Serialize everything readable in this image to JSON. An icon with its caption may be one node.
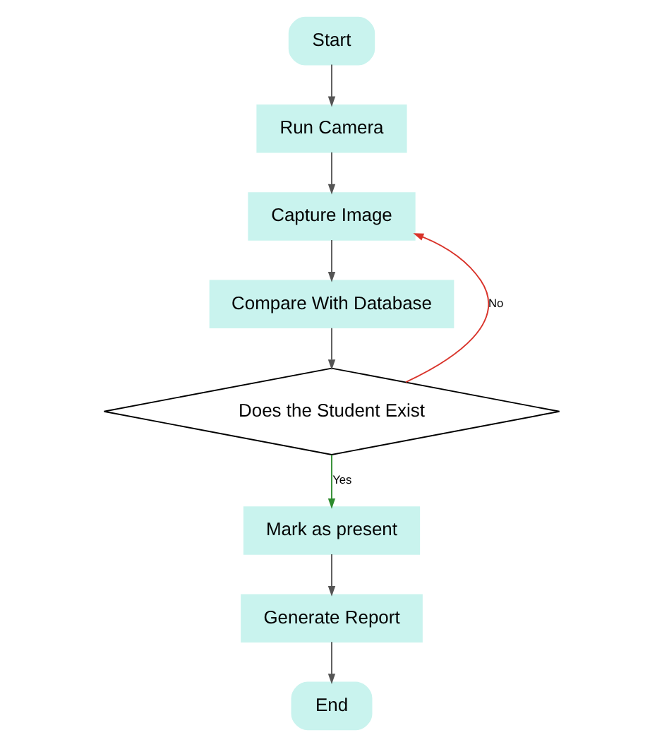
{
  "diagram": {
    "nodes": [
      {
        "text": [
          "Start"
        ]
      },
      {
        "text": [
          "Run Camera"
        ]
      },
      {
        "text": [
          "Capture Image"
        ]
      },
      {
        "text": [
          "Compare With Database"
        ]
      },
      {
        "text": [
          "Does the Student Exist"
        ]
      },
      {
        "text": [
          "Mark as present"
        ]
      },
      {
        "text": [
          "Generate Report"
        ]
      },
      {
        "text": [
          "End"
        ]
      }
    ],
    "edges": [
      {
        "from": 0,
        "to": 1,
        "arrow": "to"
      },
      {
        "from": 1,
        "to": 2,
        "arrow": "to"
      },
      {
        "from": 2,
        "to": 3,
        "arrow": "to"
      },
      {
        "from": 3,
        "to": 4,
        "arrow": "to"
      },
      {
        "from": 4,
        "to": 2,
        "arrow": "to",
        "label": "No",
        "color": "#d9342b"
      },
      {
        "from": 4,
        "to": 5,
        "arrow": "to",
        "label": "Yes",
        "color": "#2e8b2e"
      },
      {
        "from": 5,
        "to": 6,
        "arrow": "to"
      },
      {
        "from": 6,
        "to": 7,
        "arrow": "to"
      }
    ]
  }
}
